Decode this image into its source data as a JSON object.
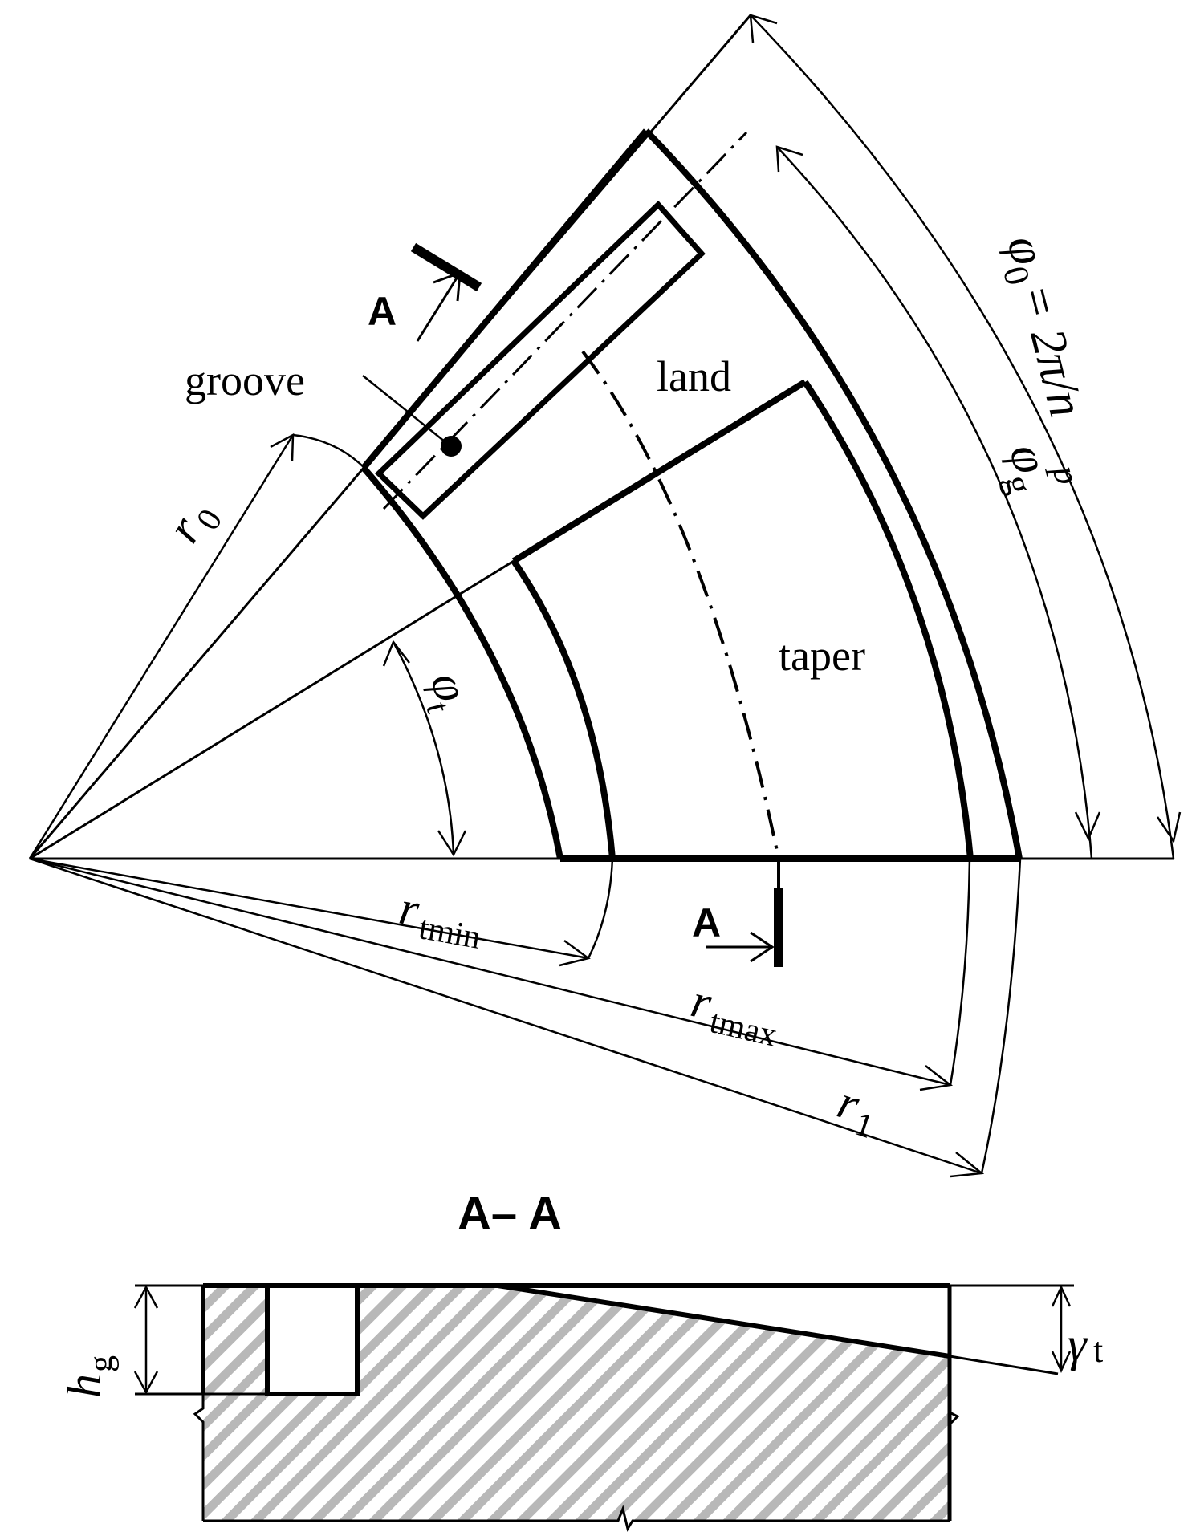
{
  "labels": {
    "groove": "groove",
    "land": "land",
    "taper": "taper",
    "r0": "r",
    "r0_sub": "0",
    "phi0": "φ",
    "phi0_sub": "0",
    "phi0_rest": " = 2π/n",
    "phi0_np_sub": "p",
    "phig": "φ",
    "phig_sub": "g",
    "phit": "φ",
    "phit_sub": "t",
    "rtmin": "r",
    "rtmin_sub": "tmin",
    "rtmax": "r",
    "rtmax_sub": "tmax",
    "r1": "r",
    "r1_sub": "1",
    "section_a_top": "A",
    "section_a_bottom": "A",
    "section_title": "A– A",
    "hg": "h",
    "hg_sub": "g",
    "gamma": "γ",
    "gamma_sub": "t"
  },
  "colors": {
    "ink": "#000000",
    "hatch": "#b8b8b8"
  }
}
